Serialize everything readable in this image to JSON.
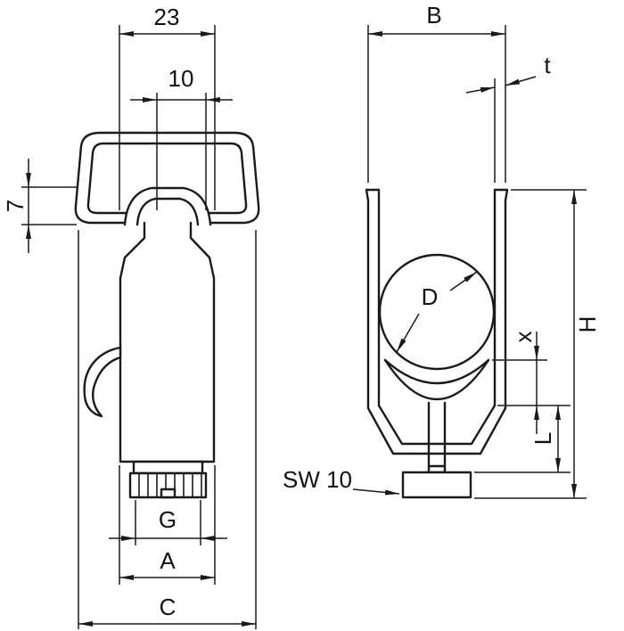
{
  "drawing": {
    "front_view": {
      "dim_width_top": "23",
      "dim_width_inner": "10",
      "dim_lip_height": "7",
      "dim_thread": "G",
      "dim_width_a": "A",
      "dim_width_c": "C"
    },
    "side_view": {
      "dim_width_b": "B",
      "dim_thickness": "t",
      "dim_diameter": "D",
      "dim_x": "x",
      "dim_height_h": "H",
      "dim_l": "L",
      "label_wrench_size": "SW 10"
    }
  }
}
